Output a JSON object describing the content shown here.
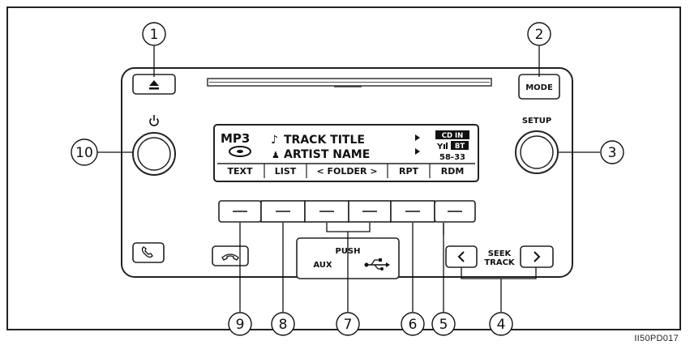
{
  "figure_id": "II50PD017",
  "display": {
    "source": "MP3",
    "track_title": "TRACK TITLE",
    "artist_name": "ARTIST NAME",
    "cd_badge": "CD IN",
    "bt_badge": "BT",
    "clock": "58-33",
    "soft_keys": [
      "TEXT",
      "LIST",
      "< FOLDER >",
      "RPT",
      "RDM"
    ]
  },
  "buttons": {
    "mode": "MODE",
    "setup": "SETUP",
    "push": "PUSH",
    "aux": "AUX",
    "seek_track_line1": "SEEK",
    "seek_track_line2": "TRACK"
  },
  "icons": {
    "eject": "eject-icon",
    "power": "power-icon",
    "phone_pickup": "phone-pickup-icon",
    "phone_hangup": "phone-hangup-icon",
    "usb": "usb-icon",
    "seek_prev": "chevron-left-icon",
    "seek_next": "chevron-right-icon"
  },
  "callouts": [
    "1",
    "2",
    "3",
    "4",
    "5",
    "6",
    "7",
    "8",
    "9",
    "10"
  ]
}
